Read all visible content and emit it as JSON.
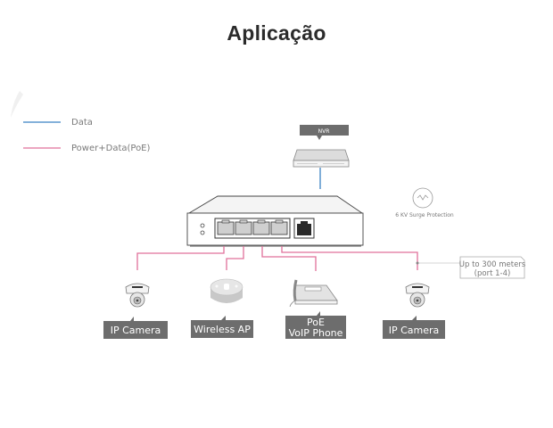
{
  "title": "Aplicação",
  "legend": {
    "items": [
      {
        "label": "Data",
        "color": "#3b82c4"
      },
      {
        "label": "Power+Data(PoE)",
        "color": "#e0709a"
      }
    ]
  },
  "nvr": {
    "label": "NVR"
  },
  "surge": {
    "label": "6 KV Surge Protection"
  },
  "distance_note": {
    "line1": "Up to 300 meters",
    "line2": "(port 1-4)"
  },
  "devices": [
    {
      "label": "IP Camera"
    },
    {
      "label": "Wireless AP"
    },
    {
      "label_line1": "PoE",
      "label_line2": "VoIP Phone"
    },
    {
      "label": "IP Camera"
    }
  ],
  "colors": {
    "data_line": "#3b82c4",
    "poe_line": "#e0709a",
    "tag_bg": "#6d6d6d",
    "device_gray": "#d9d9d9"
  }
}
